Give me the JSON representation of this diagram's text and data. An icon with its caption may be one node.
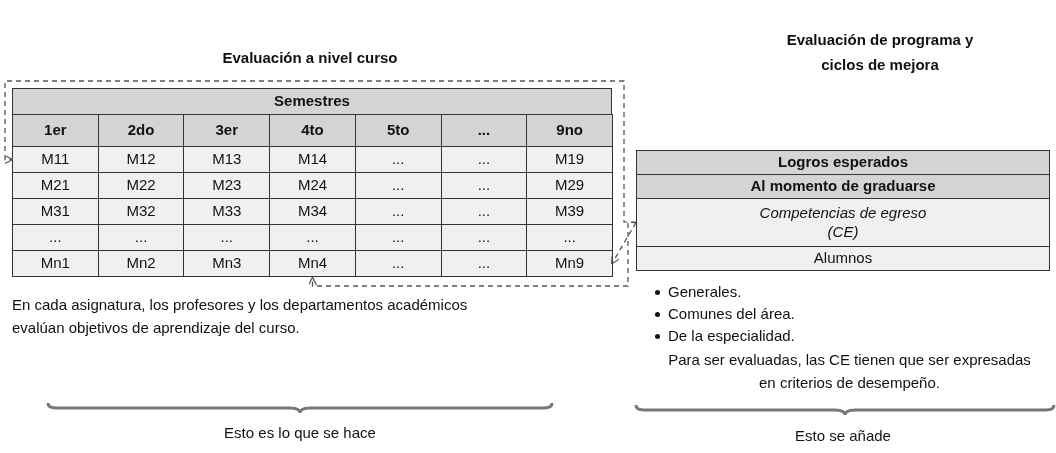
{
  "diagram": {
    "nodes": [
      {
        "text": [
          "Semestres"
        ]
      },
      {
        "text": [
          "1er"
        ]
      },
      {
        "text": [
          "2do"
        ]
      },
      {
        "text": [
          "3er"
        ]
      },
      {
        "text": [
          "4to"
        ]
      },
      {
        "text": [
          "5to"
        ]
      },
      {
        "text": [
          "..."
        ]
      },
      {
        "text": [
          "9no"
        ]
      },
      {
        "text": [
          "M11"
        ]
      },
      {
        "text": [
          "M12"
        ]
      },
      {
        "text": [
          "M13"
        ]
      },
      {
        "text": [
          "M14"
        ]
      },
      {
        "text": [
          "..."
        ]
      },
      {
        "text": [
          "..."
        ]
      },
      {
        "text": [
          "M19"
        ]
      },
      {
        "text": [
          "M21"
        ]
      },
      {
        "text": [
          "M22"
        ]
      },
      {
        "text": [
          "M23"
        ]
      },
      {
        "text": [
          "M24"
        ]
      },
      {
        "text": [
          "..."
        ]
      },
      {
        "text": [
          "..."
        ]
      },
      {
        "text": [
          "M29"
        ]
      },
      {
        "text": [
          "M31"
        ]
      },
      {
        "text": [
          "M32"
        ]
      },
      {
        "text": [
          "M33"
        ]
      },
      {
        "text": [
          "M34"
        ]
      },
      {
        "text": [
          "..."
        ]
      },
      {
        "text": [
          "..."
        ]
      },
      {
        "text": [
          "M39"
        ]
      },
      {
        "text": [
          "..."
        ]
      },
      {
        "text": [
          "..."
        ]
      },
      {
        "text": [
          "..."
        ]
      },
      {
        "text": [
          "..."
        ]
      },
      {
        "text": [
          "..."
        ]
      },
      {
        "text": [
          "..."
        ]
      },
      {
        "text": [
          "..."
        ]
      },
      {
        "text": [
          "Mn1"
        ]
      },
      {
        "text": [
          "Mn2"
        ]
      },
      {
        "text": [
          "Mn3"
        ]
      },
      {
        "text": [
          "Mn4"
        ]
      },
      {
        "text": [
          "..."
        ]
      },
      {
        "text": [
          "..."
        ]
      },
      {
        "text": [
          "Mn9"
        ]
      },
      {
        "text": [
          "Logros esperados"
        ]
      },
      {
        "text": [
          "Al momento de graduarse"
        ]
      },
      {
        "text": [
          "Competencias de egreso (CE)"
        ]
      },
      {
        "text": [
          "Alumnos"
        ]
      }
    ],
    "edges": [
      {
        "from": 45,
        "to": 8,
        "arrow": "to",
        "style": "dashed"
      },
      {
        "from": 45,
        "to": 39,
        "arrow": "to",
        "style": "dashed"
      },
      {
        "from": 45,
        "to": 42,
        "arrow": "to",
        "style": "dashed"
      }
    ],
    "labels": [
      "Evaluación a nivel curso",
      "Evaluación de programa y ciclos de mejora",
      "En cada asignatura, los profesores y los departamentos académicos evalúan objetivos de aprendizaje del curso.",
      "Generales.",
      "Comunes del área.",
      "De la especialidad.",
      "Para ser evaluadas, las CE tienen que ser expresadas en criterios de desempeño.",
      "Esto es lo que se hace",
      "Esto se añade"
    ]
  }
}
